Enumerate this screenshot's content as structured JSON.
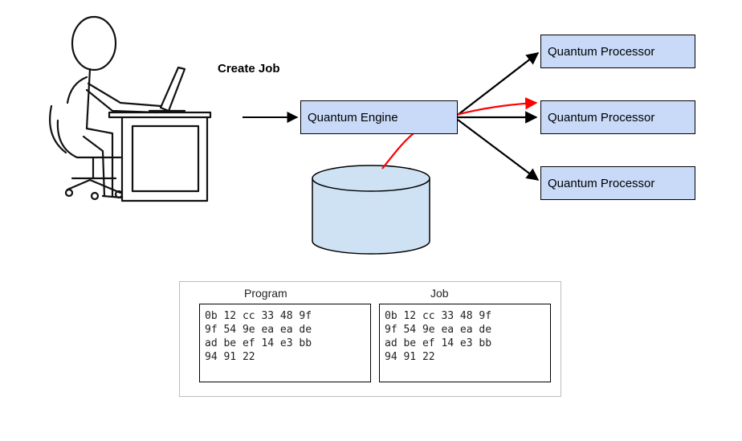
{
  "create_job_label": "Create Job",
  "engine_label": "Quantum Engine",
  "processors": [
    "Quantum Processor",
    "Quantum Processor",
    "Quantum Processor"
  ],
  "panels": {
    "program": {
      "title": "Program",
      "lines": [
        "0b 12 cc 33 48 9f",
        "9f 54 9e ea ea de",
        "ad be ef 14 e3 bb",
        "94 91 22"
      ]
    },
    "job": {
      "title": "Job",
      "lines": [
        "0b 12 cc 33 48 9f",
        "9f 54 9e ea ea de",
        "ad be ef 14 e3 bb",
        "94 91 22"
      ]
    }
  },
  "colors": {
    "box_fill": "#c9daf8",
    "cylinder_fill": "#cfe2f3",
    "highlight_arrow": "#ff0000",
    "stroke": "#000000"
  },
  "icons": {
    "user": "stick-figure-at-computer-desk",
    "storage": "database-cylinder"
  }
}
